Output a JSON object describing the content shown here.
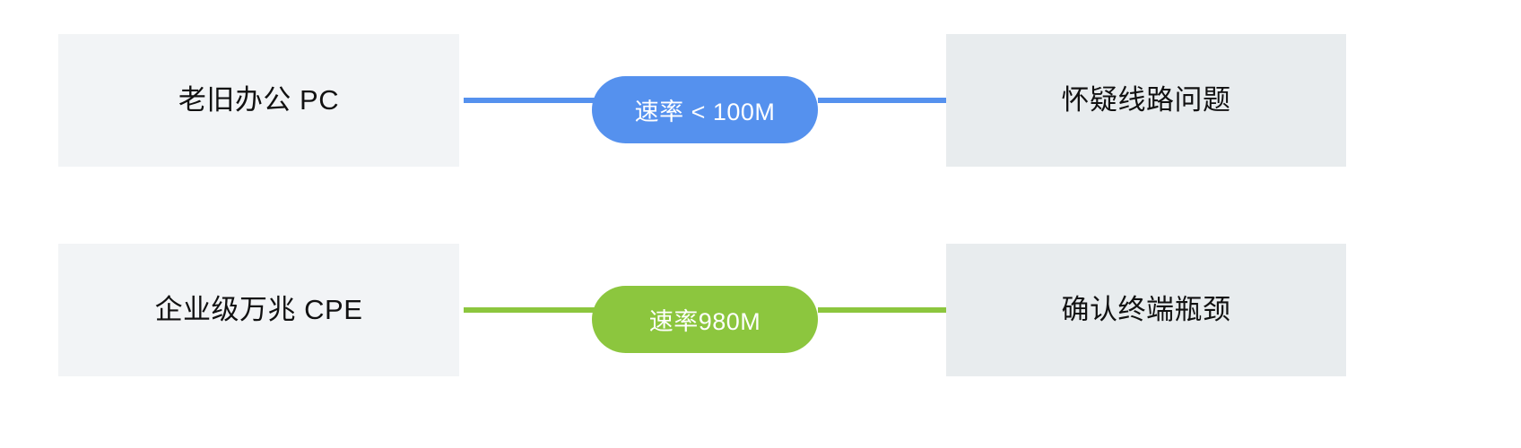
{
  "diagram": {
    "type": "flow-comparison",
    "background_color": "#ffffff",
    "rows": [
      {
        "id": "row-1",
        "accent_color": "#5591ee",
        "source": {
          "label": "老旧办公 PC",
          "background_color": "#f2f4f6"
        },
        "connector": {
          "label": "速率 < 100M",
          "arrow_icon": "arrow-right-icon",
          "color": "#5591ee"
        },
        "target": {
          "label": "怀疑线路问题",
          "background_color": "#e8ecee"
        }
      },
      {
        "id": "row-2",
        "accent_color": "#8cc63e",
        "source": {
          "label": "企业级万兆 CPE",
          "background_color": "#f2f4f6"
        },
        "connector": {
          "label": "速率980M",
          "arrow_icon": "arrow-right-icon",
          "color": "#8cc63e"
        },
        "target": {
          "label": "确认终端瓶颈",
          "background_color": "#e8ecee"
        }
      }
    ]
  }
}
